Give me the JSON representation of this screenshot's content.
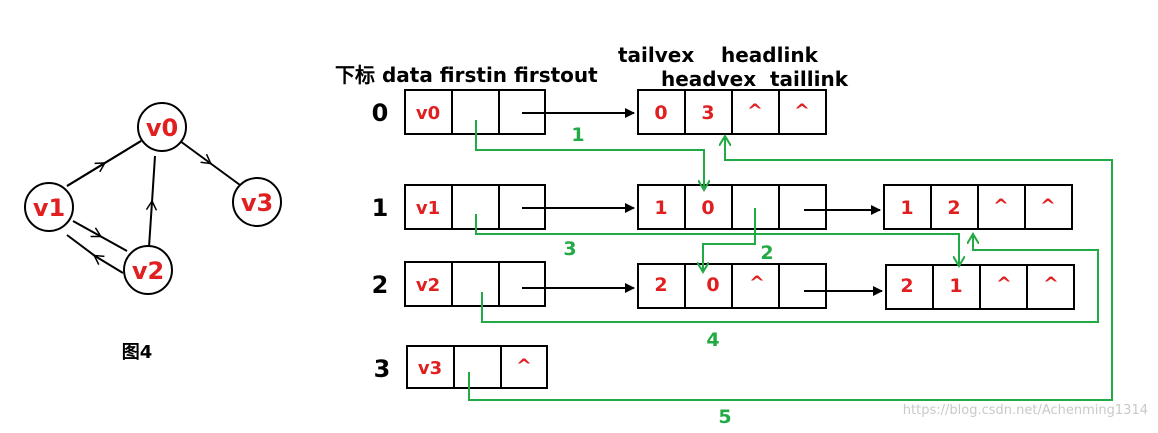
{
  "graph": {
    "nodes": [
      {
        "id": "v0",
        "label": "v0"
      },
      {
        "id": "v1",
        "label": "v1"
      },
      {
        "id": "v2",
        "label": "v2"
      },
      {
        "id": "v3",
        "label": "v3"
      }
    ],
    "caption": "图4"
  },
  "headers": {
    "vertex_header": "下标 data firstin firstout",
    "tailvex": "tailvex",
    "headlink": "headlink",
    "headvex": "headvex",
    "taillink": "taillink"
  },
  "vertices": [
    {
      "index": "0",
      "data": "v0",
      "firstout": ""
    },
    {
      "index": "1",
      "data": "v1",
      "firstout": ""
    },
    {
      "index": "2",
      "data": "v2",
      "firstout": ""
    },
    {
      "index": "3",
      "data": "v3",
      "firstout": "^"
    }
  ],
  "arcs": [
    {
      "tailvex": "0",
      "headvex": "3",
      "headlink": "^",
      "taillink": "^"
    },
    {
      "tailvex": "1",
      "headvex": "0",
      "headlink": "",
      "taillink": ""
    },
    {
      "tailvex": "1",
      "headvex": "2",
      "headlink": "^",
      "taillink": "^"
    },
    {
      "tailvex": "2",
      "headvex": "0",
      "headlink": "^",
      "taillink": ""
    },
    {
      "tailvex": "2",
      "headvex": "1",
      "headlink": "^",
      "taillink": "^"
    }
  ],
  "link_labels": [
    "1",
    "2",
    "3",
    "4",
    "5"
  ],
  "watermark": "https://blog.csdn.net/Achenming1314",
  "colors": {
    "node": "#e02020",
    "link": "#22aa44",
    "line": "#000000"
  }
}
